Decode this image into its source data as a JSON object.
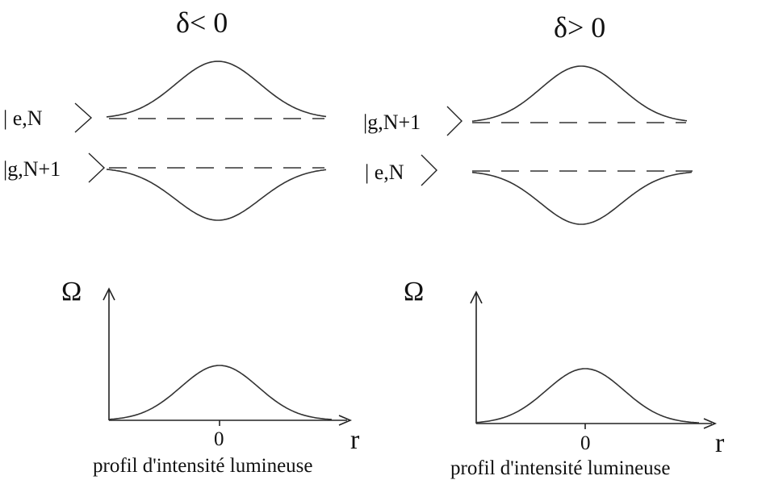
{
  "left": {
    "title": "δ< 0",
    "upper_state": "| e,N",
    "lower_state": "|g,N+1",
    "y_axis": "Ω",
    "x_axis": "r",
    "origin_tick": "0",
    "caption": "profil d'intensité lumineuse"
  },
  "right": {
    "title": "δ> 0",
    "upper_state": "|g,N+1",
    "lower_state": "| e,N",
    "y_axis": "Ω",
    "x_axis": "r",
    "origin_tick": "0",
    "caption": "profil d'intensité lumineuse"
  }
}
